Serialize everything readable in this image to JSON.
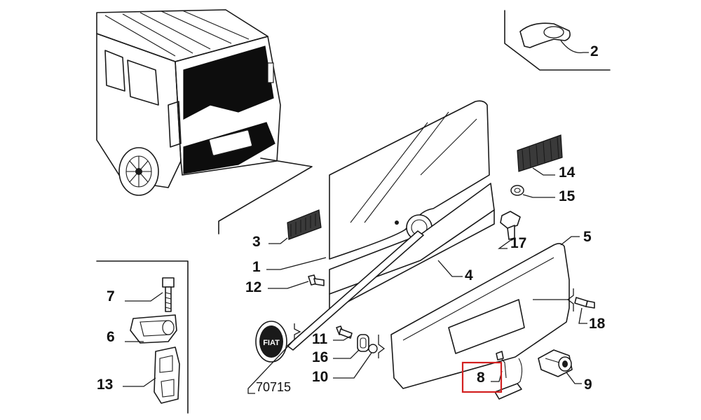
{
  "callouts": {
    "c1": "1",
    "c2": "2",
    "c3": "3",
    "c4": "4",
    "c5": "5",
    "c6": "6",
    "c7": "7",
    "c8": "8",
    "c9": "9",
    "c10": "10",
    "c11": "11",
    "c12": "12",
    "c13": "13",
    "c14": "14",
    "c15": "15",
    "c16": "16",
    "c17": "17",
    "c18": "18",
    "c70715": "70715"
  },
  "emblem": {
    "text": "FIAT"
  },
  "highlight": {
    "color": "#d32020",
    "callout": "8"
  },
  "colors": {
    "line": "#1a1a1a",
    "background": "#ffffff"
  }
}
